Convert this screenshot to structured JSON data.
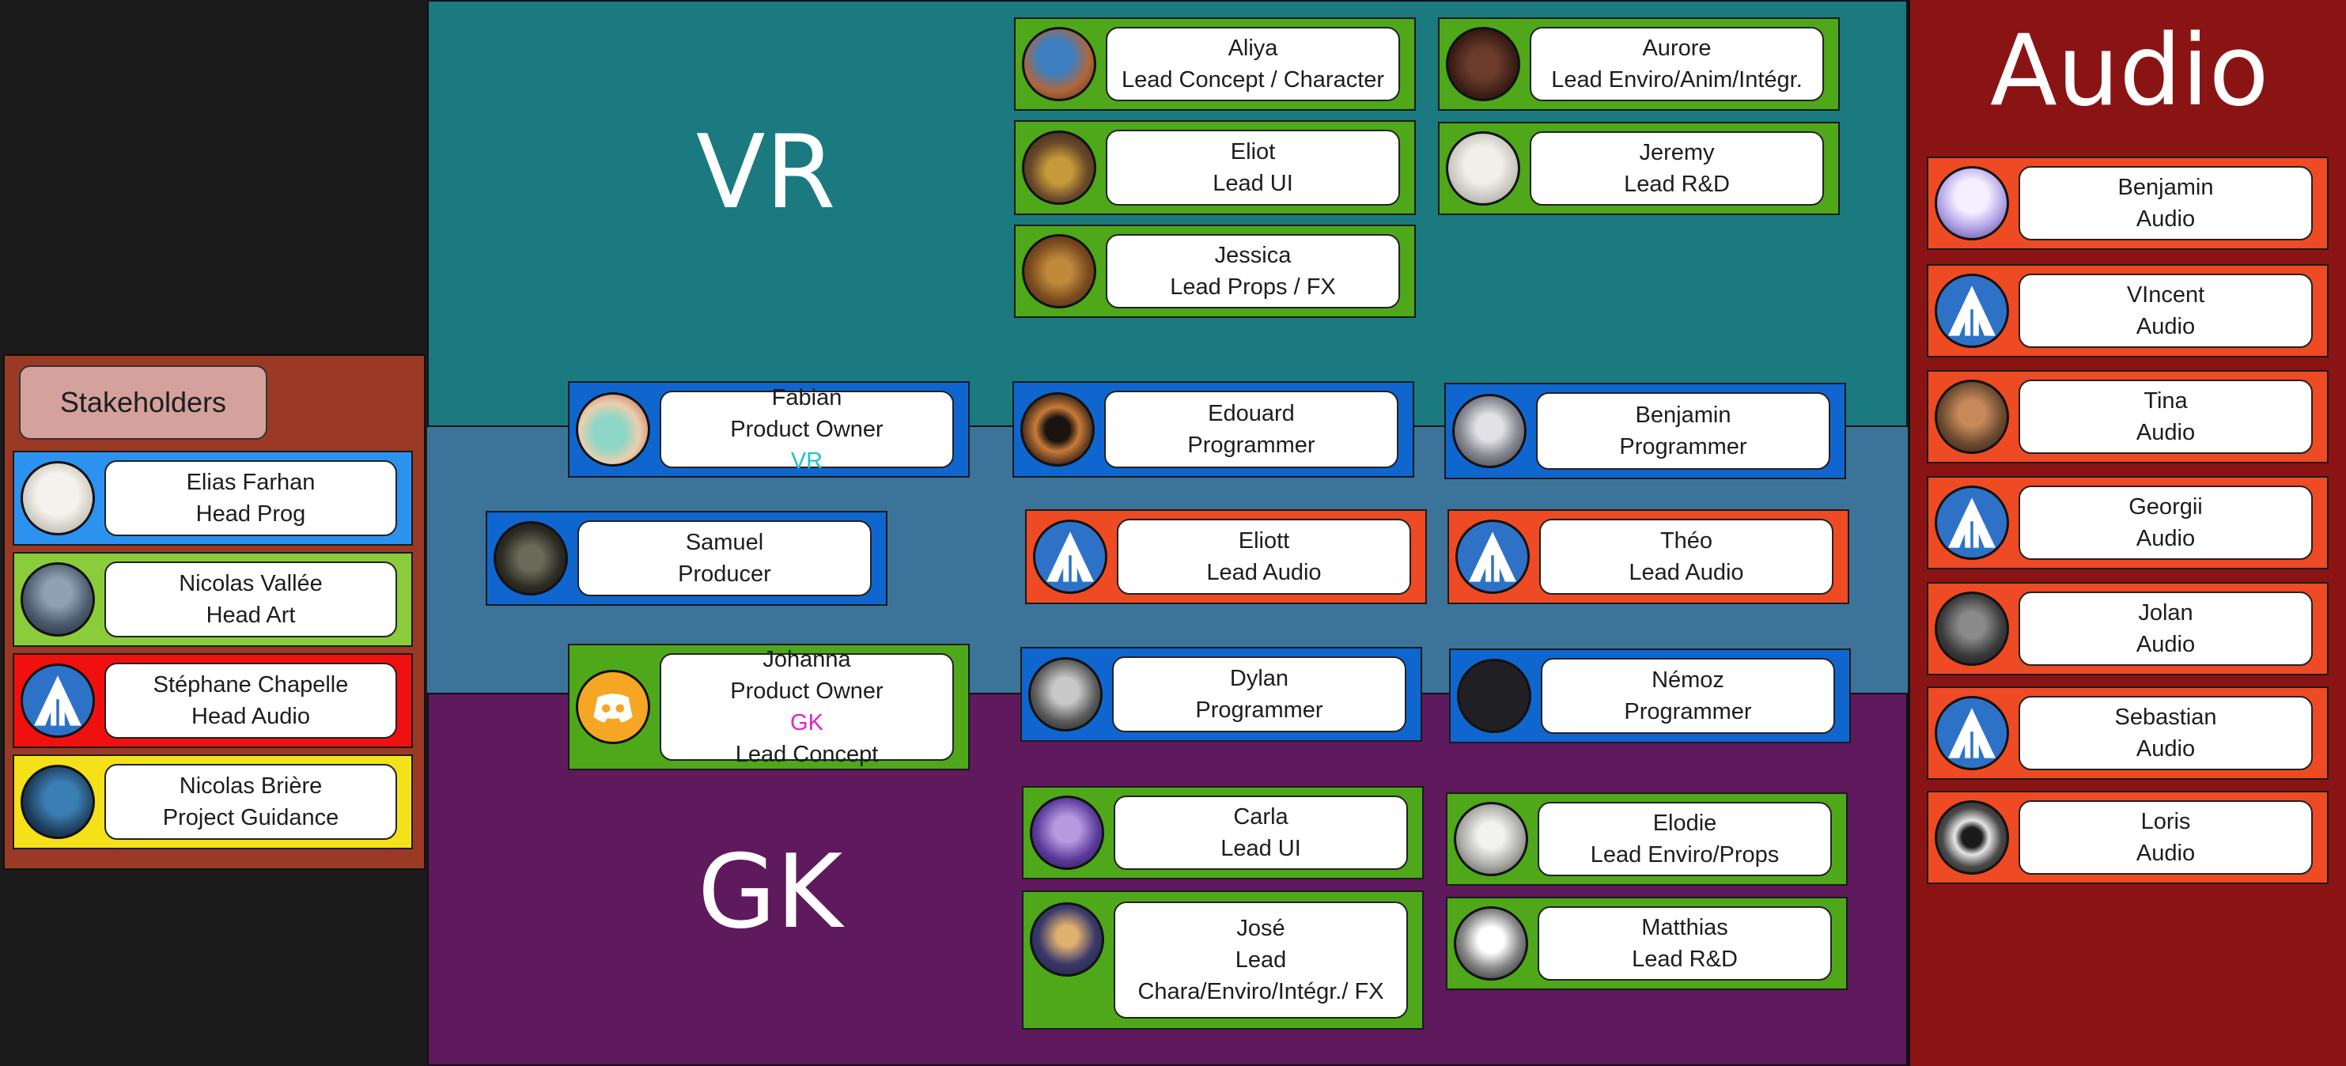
{
  "zones": {
    "vr_title": "VR",
    "gk_title": "GK",
    "audio_title": "Audio",
    "stakeholders_title": "Stakeholders"
  },
  "colors": {
    "background": "#1b1b1b",
    "vr_top": "#1a7a7f",
    "vr_mid": "#3c7499",
    "gk": "#5e1a5d",
    "audio": "#8a1414",
    "stakeholders": "#9a3a25",
    "green": "#4ea81a",
    "blue": "#1066cf",
    "orange": "#ee4a23",
    "red": "#f01010",
    "yellow": "#f5e11a",
    "lightblue": "#2c92f0",
    "lightgreen": "#8bcc3b"
  },
  "stakeholders": [
    {
      "name": "Elias Farhan",
      "role": "Head Prog"
    },
    {
      "name": "Nicolas Vallée",
      "role": "Head Art"
    },
    {
      "name": "Stéphane Chapelle",
      "role": "Head Audio"
    },
    {
      "name": "Nicolas Brière",
      "role": "Project Guidance"
    }
  ],
  "vr_leads": [
    {
      "name": "Aliya",
      "role": "Lead Concept / Character"
    },
    {
      "name": "Aurore",
      "role": "Lead Enviro/Anim/Intégr."
    },
    {
      "name": "Eliot",
      "role": "Lead UI"
    },
    {
      "name": "Jeremy",
      "role": "Lead R&D"
    },
    {
      "name": "Jessica",
      "role": "Lead Props / FX"
    }
  ],
  "middle": {
    "fabian": {
      "name": "Fabian",
      "role_prefix": "Product Owner ",
      "role_tag": "VR"
    },
    "edouard": {
      "name": "Edouard",
      "role": "Programmer"
    },
    "benjamin_prog": {
      "name": "Benjamin",
      "role": "Programmer"
    },
    "samuel": {
      "name": "Samuel",
      "role": "Producer"
    },
    "eliott": {
      "name": "Eliott",
      "role": "Lead Audio"
    },
    "theo": {
      "name": "Théo",
      "role": "Lead Audio"
    },
    "johanna": {
      "name": "Johanna",
      "role_prefix": "Product Owner ",
      "role_tag": "GK",
      "role2": "Lead Concept"
    },
    "dylan": {
      "name": "Dylan",
      "role": "Programmer"
    },
    "nemoz": {
      "name": "Némoz",
      "role": "Programmer"
    }
  },
  "gk_leads": [
    {
      "name": "Carla",
      "role": "Lead UI"
    },
    {
      "name": "Elodie",
      "role": "Lead Enviro/Props"
    },
    {
      "name": "José",
      "role": "Lead",
      "role2": "Chara/Enviro/Intégr./ FX"
    },
    {
      "name": "Matthias",
      "role": "Lead R&D"
    }
  ],
  "audio": [
    {
      "name": "Benjamin",
      "role": "Audio"
    },
    {
      "name": "VIncent",
      "role": "Audio"
    },
    {
      "name": "Tina",
      "role": "Audio"
    },
    {
      "name": "Georgii",
      "role": "Audio"
    },
    {
      "name": "Jolan",
      "role": "Audio"
    },
    {
      "name": "Sebastian",
      "role": "Audio"
    },
    {
      "name": "Loris",
      "role": "Audio"
    }
  ],
  "icons": {
    "audio_logo": "audio-logo-icon",
    "discord": "discord-icon"
  }
}
